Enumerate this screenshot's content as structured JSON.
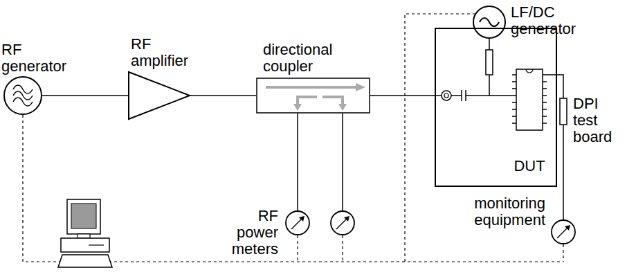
{
  "diagram": {
    "nodes": [
      {
        "text": [
          "RF generator"
        ]
      },
      {
        "text": [
          "RF amplifier"
        ]
      },
      {
        "text": [
          "directional coupler"
        ]
      },
      {
        "text": [
          "RF power meters"
        ]
      },
      {
        "text": [
          "LF/DC generator"
        ]
      },
      {
        "text": [
          "DPI test board"
        ]
      },
      {
        "text": [
          "DUT"
        ],
        "in": 5
      },
      {
        "text": [
          "monitoring equipment"
        ]
      }
    ],
    "edges": [
      {
        "from": 0,
        "to": 1,
        "arrow": "none"
      },
      {
        "from": 1,
        "to": 2,
        "arrow": "none"
      },
      {
        "from": 2,
        "to": 3,
        "arrow": "none"
      },
      {
        "from": 2,
        "to": 5,
        "arrow": "none"
      },
      {
        "from": 4,
        "to": 6,
        "arrow": "none"
      },
      {
        "from": 6,
        "to": 7,
        "arrow": "none"
      }
    ]
  }
}
